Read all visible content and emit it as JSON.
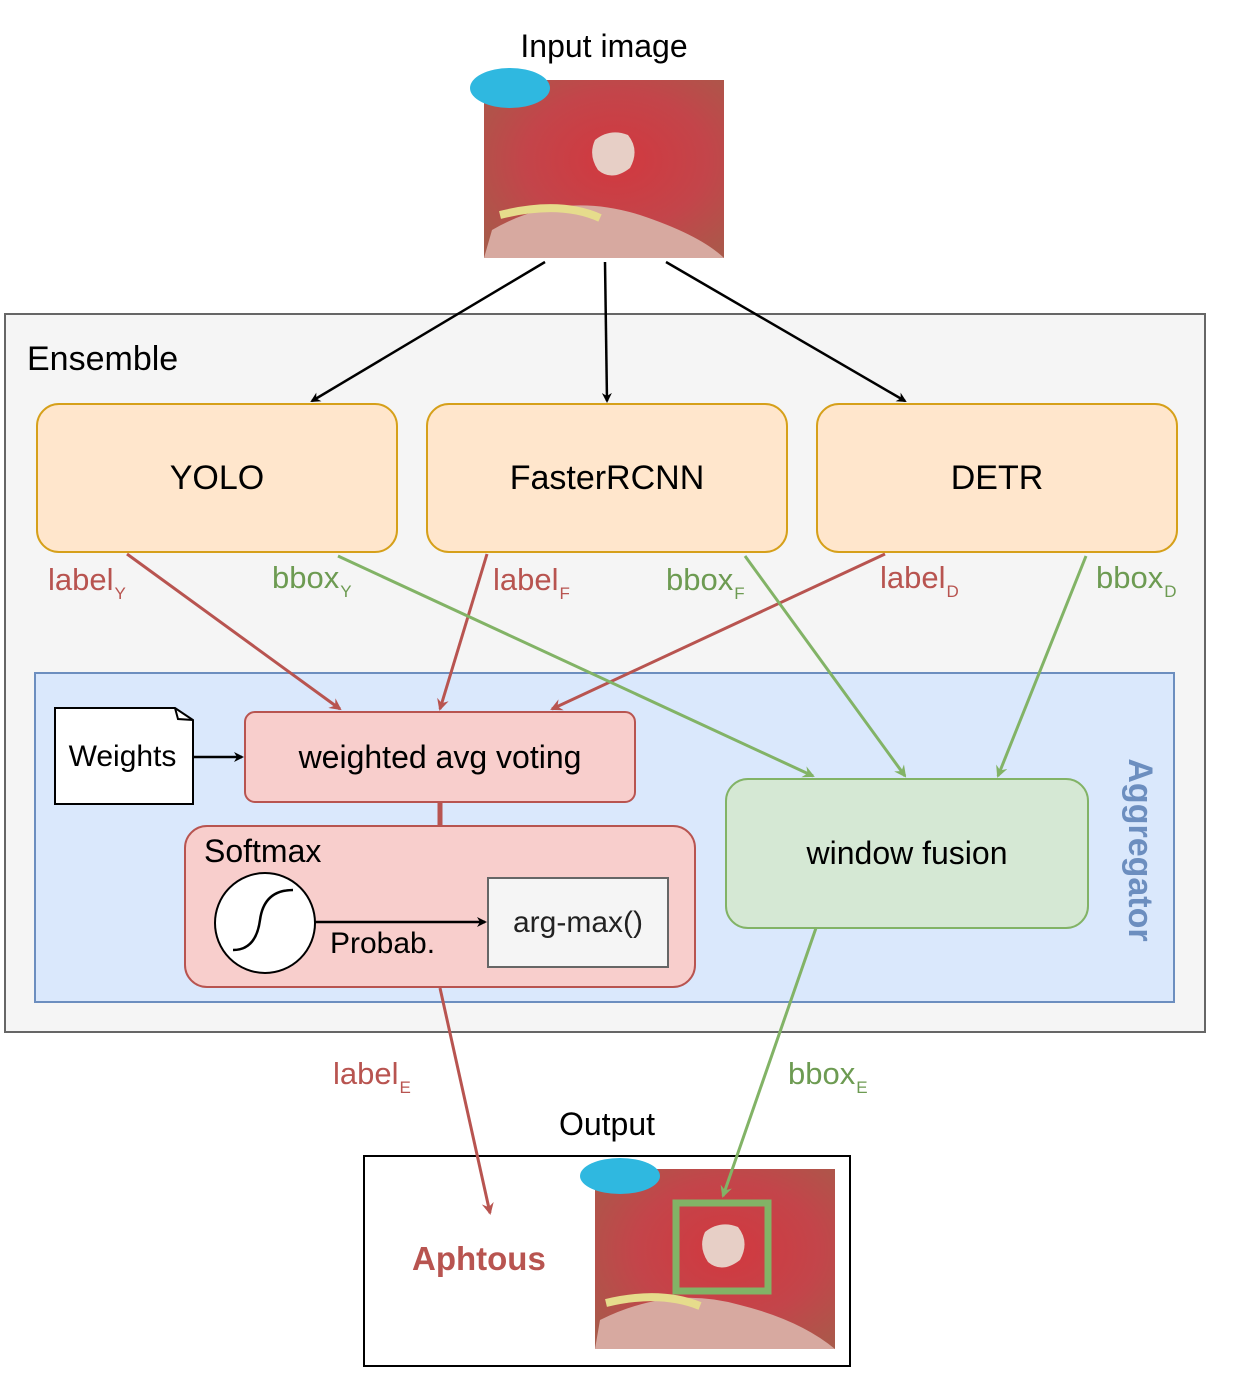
{
  "input": {
    "title": "Input image"
  },
  "ensemble": {
    "title": "Ensemble"
  },
  "models": [
    {
      "name": "YOLO"
    },
    {
      "name": "FasterRCNN"
    },
    {
      "name": "DETR"
    }
  ],
  "edge_labels": {
    "label_y": {
      "base": "label",
      "sub": "Y"
    },
    "bbox_y": {
      "base": "bbox",
      "sub": "Y"
    },
    "label_f": {
      "base": "label",
      "sub": "F"
    },
    "bbox_f": {
      "base": "bbox",
      "sub": "F"
    },
    "label_d": {
      "base": "label",
      "sub": "D"
    },
    "bbox_d": {
      "base": "bbox",
      "sub": "D"
    },
    "label_e": {
      "base": "label",
      "sub": "E"
    },
    "bbox_e": {
      "base": "bbox",
      "sub": "E"
    }
  },
  "aggregator": {
    "title": "Aggregator",
    "weights": "Weights",
    "voting": "weighted avg voting",
    "softmax": "Softmax",
    "probab": "Probab.",
    "argmax": "arg-max()",
    "fusion": "window fusion"
  },
  "output": {
    "title": "Output",
    "class_label": "Aphtous"
  },
  "colors": {
    "label_edge": "#b85450",
    "bbox_edge": "#82b366",
    "model_fill": "#ffe6cc",
    "model_stroke": "#d6a01a",
    "aggregator_fill": "#dae8fc",
    "aggregator_stroke": "#6c8ebf",
    "voting_fill": "#f8cecc",
    "fusion_fill": "#d5e8d4"
  }
}
